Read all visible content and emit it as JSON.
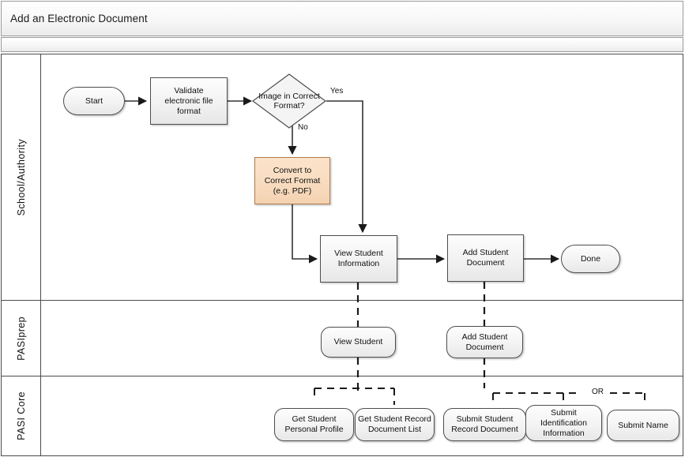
{
  "window": {
    "title": "Add an Electronic Document"
  },
  "diagram": {
    "type": "swimlane-flowchart",
    "lanes": [
      {
        "id": "school",
        "label": "School/Authority"
      },
      {
        "id": "pasiprep",
        "label": "PASIprep"
      },
      {
        "id": "pasicore",
        "label": "PASI Core"
      }
    ],
    "nodes": [
      {
        "id": "start",
        "lane": "school",
        "shape": "terminator",
        "label": "Start"
      },
      {
        "id": "validate",
        "lane": "school",
        "shape": "process",
        "label": "Validate electronic file format"
      },
      {
        "id": "decision",
        "lane": "school",
        "shape": "decision",
        "label": "Image in Correct Format?"
      },
      {
        "id": "convert",
        "lane": "school",
        "shape": "process",
        "label": "Convert to Correct Format (e.g. PDF)",
        "fill": "#f8dcc0"
      },
      {
        "id": "view-student-info",
        "lane": "school",
        "shape": "process",
        "label": "View Student Information"
      },
      {
        "id": "add-student-doc",
        "lane": "school",
        "shape": "process",
        "label": "Add Student Document"
      },
      {
        "id": "done",
        "lane": "school",
        "shape": "terminator",
        "label": "Done"
      },
      {
        "id": "view-student",
        "lane": "pasiprep",
        "shape": "rounded",
        "label": "View Student"
      },
      {
        "id": "add-student-doc-p",
        "lane": "pasiprep",
        "shape": "rounded",
        "label": "Add Student Document"
      },
      {
        "id": "get-personal",
        "lane": "pasicore",
        "shape": "rounded",
        "label": "Get Student Personal Profile"
      },
      {
        "id": "get-doc-list",
        "lane": "pasicore",
        "shape": "rounded",
        "label": "Get Student Record Document List"
      },
      {
        "id": "submit-record-doc",
        "lane": "pasicore",
        "shape": "rounded",
        "label": "Submit Student Record Document"
      },
      {
        "id": "submit-ident",
        "lane": "pasicore",
        "shape": "rounded",
        "label": "Submit Identification Information"
      },
      {
        "id": "submit-name",
        "lane": "pasicore",
        "shape": "rounded",
        "label": "Submit Name"
      }
    ],
    "edge_labels": {
      "yes": "Yes",
      "no": "No",
      "or": "OR"
    }
  },
  "colors": {
    "shape_border": "#4d4d4d",
    "lane_border": "#4c4c4c",
    "highlight_fill": "#f8dcc0",
    "connector": "#222222"
  }
}
